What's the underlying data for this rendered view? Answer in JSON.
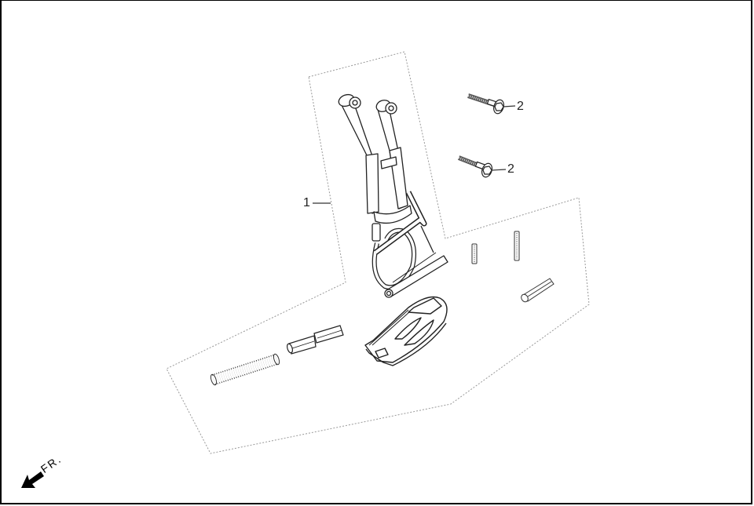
{
  "diagram": {
    "type": "exploded-parts-diagram",
    "subject": "center stand assembly",
    "callouts": [
      {
        "number": "1",
        "part": "center stand assembly"
      },
      {
        "number": "2",
        "part": "flange bolt"
      },
      {
        "number": "2",
        "part": "flange bolt"
      }
    ],
    "orientation_label": "FR.",
    "colors": {
      "line": "#222222",
      "dotted_boundary": "#999999",
      "background": "#ffffff"
    }
  }
}
